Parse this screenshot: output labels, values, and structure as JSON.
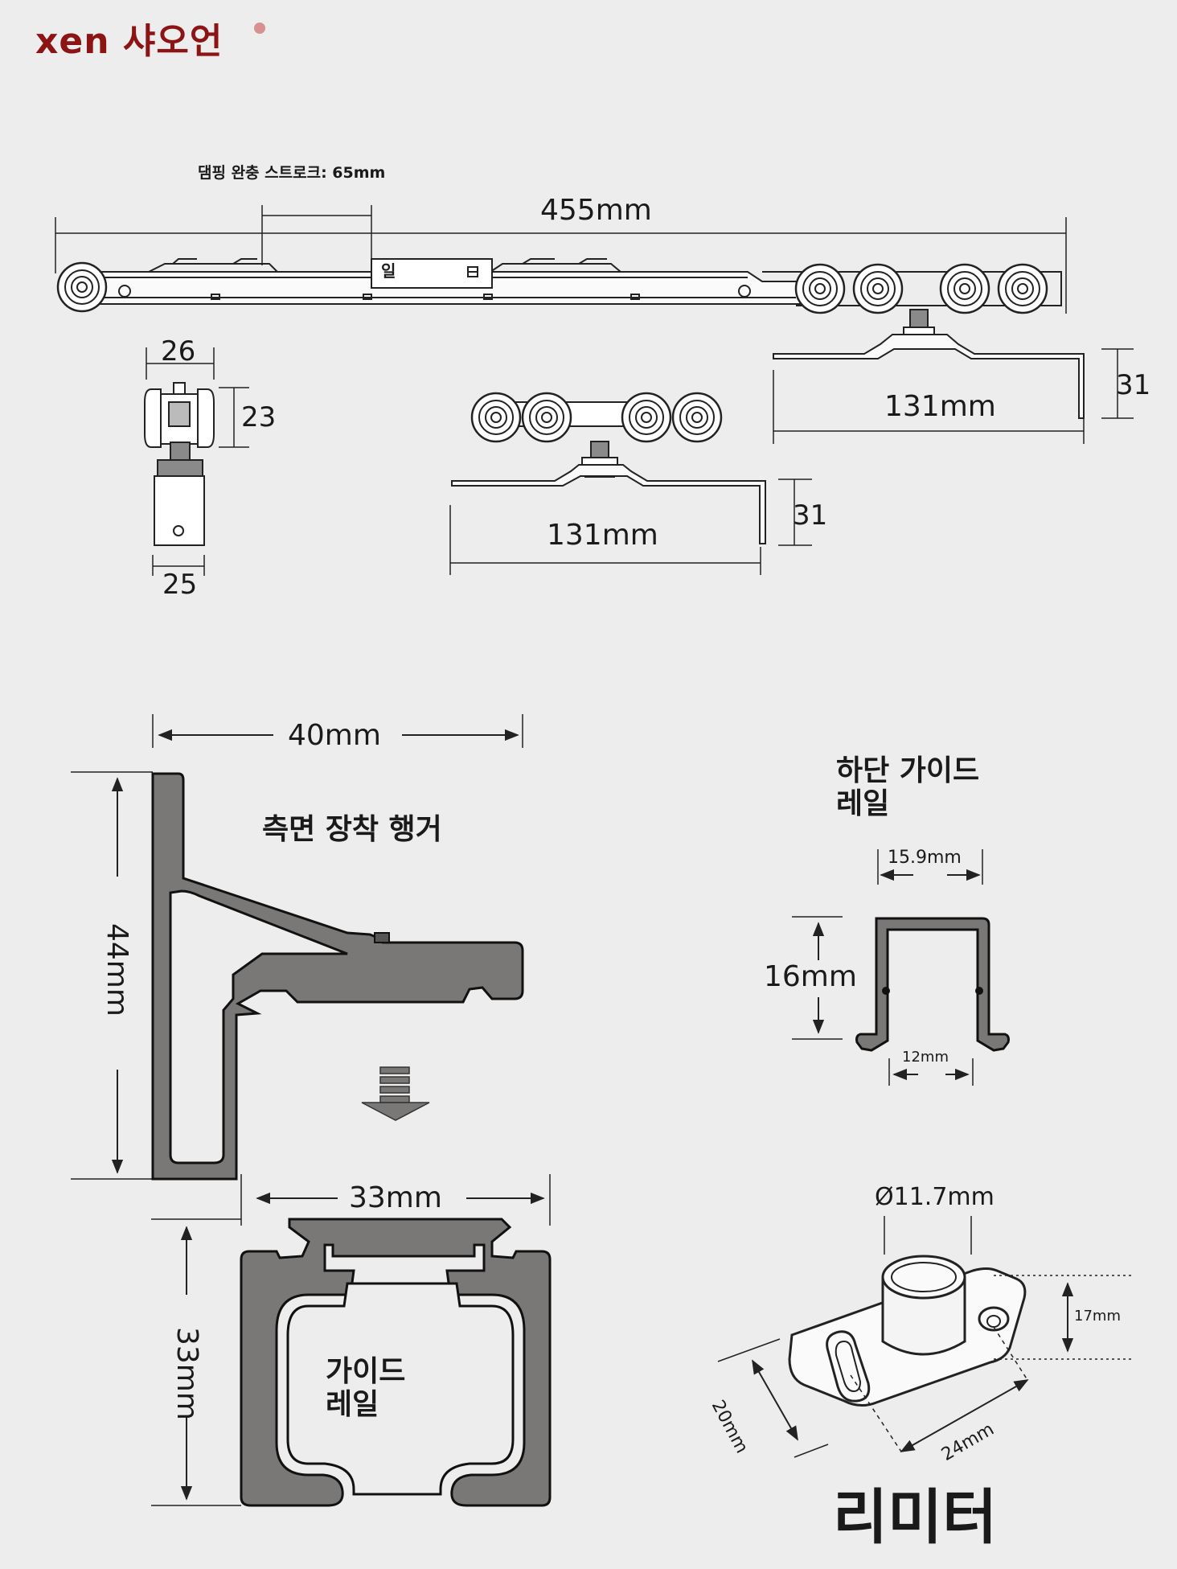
{
  "brand": {
    "name": "xen 샤오언",
    "color": "#8c1414"
  },
  "top_assembly": {
    "damping_stroke_label": "댐핑 완충 스트로크: 65mm",
    "length": "455mm",
    "plate_mark": "일"
  },
  "side_wheel_view": {
    "width_top": "26",
    "height": "23",
    "width_bottom": "25"
  },
  "hanger_left": {
    "length": "131mm",
    "height": "31"
  },
  "hanger_right": {
    "length": "131mm",
    "height": "31"
  },
  "side_mount_hanger": {
    "title": "측면 장착 행거",
    "width": "40mm",
    "height": "44mm"
  },
  "guide_rail": {
    "title_line1": "가이드",
    "title_line2": "레일",
    "width": "33mm",
    "height": "33mm"
  },
  "bottom_guide_rail": {
    "title_line1": "하단 가이드",
    "title_line2": "레일",
    "outer_width": "15.9mm",
    "height": "16mm",
    "inner_width": "12mm"
  },
  "limiter": {
    "title": "리미터",
    "diameter": "Ø11.7mm",
    "height": "17mm",
    "width": "20mm",
    "length": "24mm"
  },
  "colors": {
    "profile_fill": "#7a7876",
    "line": "#222222",
    "background": "#ededed"
  }
}
